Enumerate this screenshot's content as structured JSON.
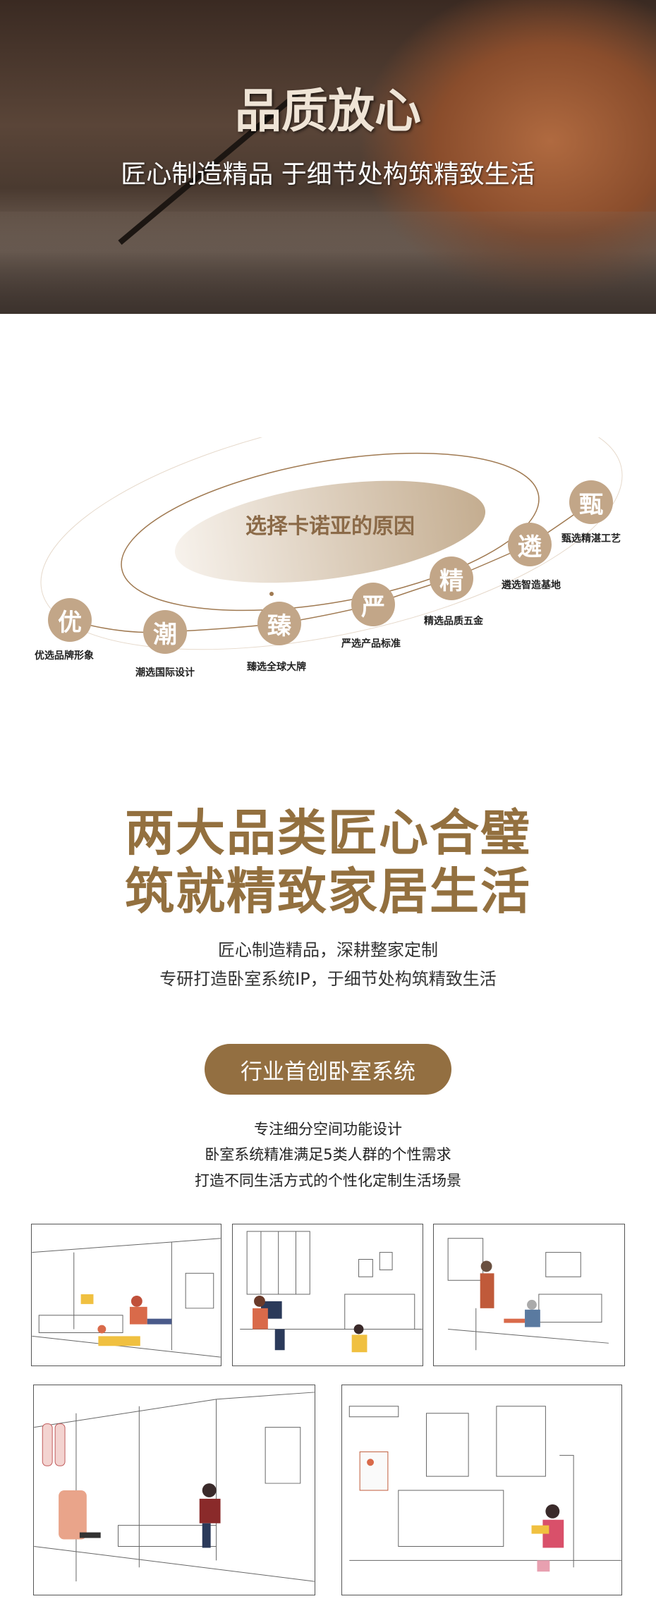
{
  "hero": {
    "title": "品质放心",
    "subtitle": "匠心制造精品  于细节处构筑精致生活"
  },
  "reasons": {
    "title": "选择卡诺亚的原因",
    "items": [
      {
        "char": "优",
        "label": "优选品牌形象"
      },
      {
        "char": "潮",
        "label": "潮选国际设计"
      },
      {
        "char": "臻",
        "label": "臻选全球大牌"
      },
      {
        "char": "严",
        "label": "严选产品标准"
      },
      {
        "char": "精",
        "label": "精选品质五金"
      },
      {
        "char": "遴",
        "label": "遴选智造基地"
      },
      {
        "char": "甄",
        "label": "甄选精湛工艺"
      }
    ]
  },
  "headline": {
    "line1": "两大品类匠心合璧",
    "line2": "筑就精致家居生活"
  },
  "intro": {
    "line1": "匠心制造精品，深耕整家定制",
    "line2": "专研打造卧室系统IP，于细节处构筑精致生活"
  },
  "system": {
    "badge": "行业首创卧室系统",
    "line1": "专注细分空间功能设计",
    "line2": "卧室系统精准满足5类人群的个性需求",
    "line3": "打造不同生活方式的个性化定制生活场景"
  },
  "colors": {
    "brand": "#936f41",
    "circle": "#c2a688"
  }
}
